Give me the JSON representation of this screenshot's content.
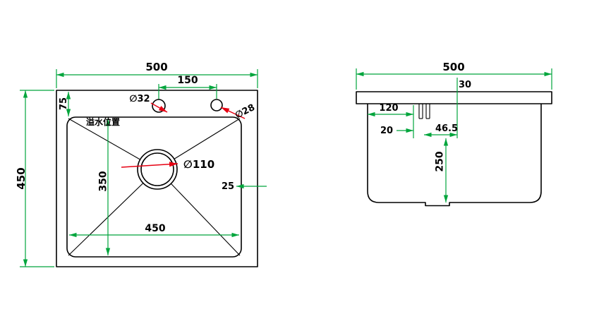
{
  "top_view": {
    "overall_width": "500",
    "overall_depth": "450",
    "hole_spacing": "150",
    "hole_edge_offset": "75",
    "hole1_dia": "∅32",
    "hole2_dia": "∅28",
    "overflow_text": "溢水位置",
    "drain_dia": "∅110",
    "basin_inner_depth": "350",
    "basin_inner_width": "450",
    "corner_dim": "25"
  },
  "section_view": {
    "overall_width": "500",
    "rim_dim": "30",
    "hole_offset_dim": "120",
    "small_dim": "20",
    "drain_offset_dim": "46.5",
    "bowl_depth_dim": "250"
  },
  "colors": {
    "dimension": "#00a53c",
    "leader": "#e60012",
    "outline": "#000000",
    "background": "#ffffff"
  }
}
